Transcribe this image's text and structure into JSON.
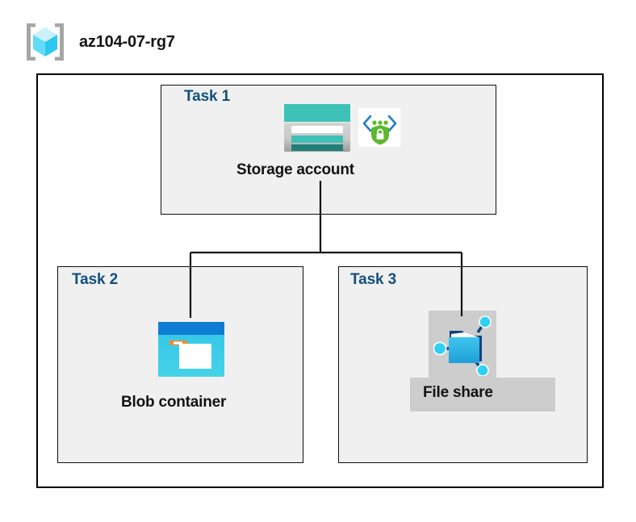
{
  "resource_group": {
    "name": "az104-07-rg7",
    "icon": "resource-group-cube-icon"
  },
  "diagram": {
    "type": "azure-architecture-hierarchy",
    "colors": {
      "task_label": "#11507e",
      "caption": "#121212",
      "box_fill": "#f0f0f0",
      "box_border": "#111111",
      "container_border": "#000000",
      "highlight": "#cdcdcd",
      "storage_teal": "#3ec1b6",
      "storage_dark_teal": "#1f7f78",
      "blob_blue": "#0f7cd4",
      "blob_cyan": "#32c5ea",
      "blob_orange": "#f28b2c",
      "folder_blue": "#2fb3e3",
      "folder_navy": "#10427e",
      "node_cyan": "#2ed0f5",
      "shield_green": "#5cb82a",
      "bracket_blue": "#1f7ec4"
    },
    "tasks": [
      {
        "id": "task-1",
        "label": "Task 1",
        "node_caption": "Storage account",
        "icons": [
          "storage-account-icon",
          "secure-transfer-shield-icon"
        ],
        "highlighted": false
      },
      {
        "id": "task-2",
        "label": "Task 2",
        "node_caption": "Blob container",
        "icons": [
          "blob-container-icon"
        ],
        "highlighted": false
      },
      {
        "id": "task-3",
        "label": "Task 3",
        "node_caption": "File share",
        "icons": [
          "file-share-folder-icon"
        ],
        "highlighted": true
      }
    ],
    "connections": [
      {
        "from": "task-1",
        "to": "task-2"
      },
      {
        "from": "task-1",
        "to": "task-3"
      }
    ]
  }
}
